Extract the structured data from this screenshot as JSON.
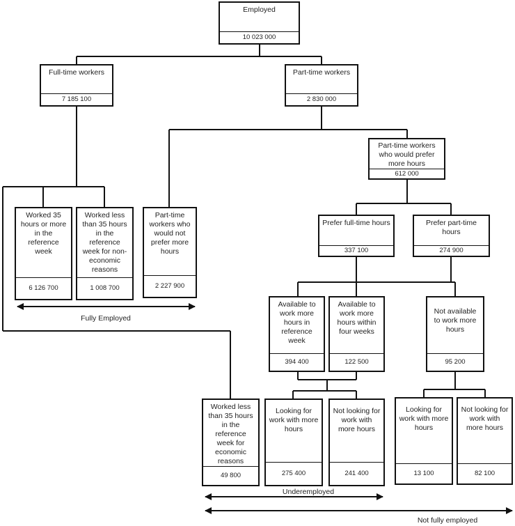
{
  "boxes": {
    "employed": {
      "label": "Employed",
      "value": "10 023 000"
    },
    "full_time": {
      "label": "Full-time workers",
      "value": "7 185 100"
    },
    "part_time": {
      "label": "Part-time workers",
      "value": "2 830 000"
    },
    "pt_prefer_more": {
      "label": "Part-time workers who would prefer more hours",
      "value": "612 000"
    },
    "worked_35_plus": {
      "label": "Worked 35 hours or more in the reference week",
      "value": "6 126 700"
    },
    "worked_less_noneconomic": {
      "label": "Worked less than 35 hours in the reference week for non-economic reasons",
      "value": "1 008 700"
    },
    "pt_not_prefer_more": {
      "label": "Part-time workers who would not prefer more hours",
      "value": "2 227 900"
    },
    "prefer_full_time": {
      "label": "Prefer full-time hours",
      "value": "337 100"
    },
    "prefer_part_time": {
      "label": "Prefer part-time hours",
      "value": "274 900"
    },
    "available_reference_week": {
      "label": "Available to work more hours in reference week",
      "value": "394 400"
    },
    "available_four_weeks": {
      "label": "Available to work more hours within four weeks",
      "value": "122 500"
    },
    "not_available": {
      "label": "Not available to work more hours",
      "value": "95 200"
    },
    "worked_less_economic": {
      "label": "Worked less than 35 hours in the reference week for economic reasons",
      "value": "49 800"
    },
    "looking_a": {
      "label": "Looking for work with more hours",
      "value": "275 400"
    },
    "not_looking_a": {
      "label": "Not looking for work with more hours",
      "value": "241 400"
    },
    "looking_b": {
      "label": "Looking for work with more hours",
      "value": "13 100"
    },
    "not_looking_b": {
      "label": "Not looking for work with more hours",
      "value": "82 100"
    }
  },
  "captions": {
    "fully_employed": "Fully Employed",
    "underemployed": "Underemployed",
    "not_fully_employed": "Not fully employed"
  }
}
